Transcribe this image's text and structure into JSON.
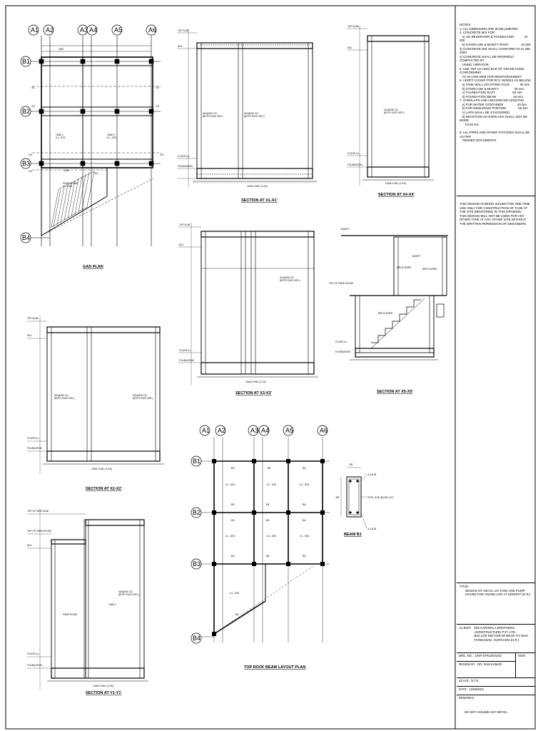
{
  "grid_labels": {
    "cols": [
      "A1",
      "A2",
      "A3",
      "A4",
      "A5",
      "A6"
    ],
    "rows": [
      "B1",
      "B2",
      "B3",
      "B4"
    ],
    "sections": [
      "X1",
      "X2",
      "X3",
      "X4",
      "X1'",
      "X2'",
      "X3'",
      "X4'",
      "Y",
      "Y'"
    ]
  },
  "titles": {
    "gad_plan": "GAD PLAN",
    "sec_x1": "SECTION AT X1-X1'",
    "sec_x4": "SECTION AT X4-X4'",
    "sec_x3": "SECTION AT X3-X3'",
    "sec_x5": "SECTION AT X5-X5'",
    "sec_x2": "SECTION AT X2-X2'",
    "sec_y1": "SECTION AT Y1-Y1'",
    "beam_plan": "TOP ROOF BEAM LAYOUT PLAN",
    "beam_b1": "BEAM B1"
  },
  "plan_text": {
    "tank1": "TANK 1\nU.L. GS3",
    "tank2": "TANK 2\nU.L. GS3",
    "pump_house": "PUMP HOUSE\nU.L. GS3",
    "dim1": "4000",
    "dim2": "5000"
  },
  "section_labels": {
    "top_slab": "TOP SLAB",
    "ngl": "NGL",
    "floor_ul": "FLOOR U.L.",
    "foundation": "FOUNDATION",
    "lean_conc": "LEAN CONC (1:3:6)",
    "top_pump_house": "TOP OF PUMP HOUSE",
    "top_tank_slab": "TOP OF TANK SLAB",
    "pump_room": "PUMP ROOM",
    "tank1": "TANK 1",
    "mumty": "MUMTY",
    "brick_work": "BRICK WORK",
    "rebar_note": "#10@150 C/C\n(BOTH FACE VER.)"
  },
  "beam_text": {
    "b1": "B1",
    "ul_gs3": "U.L. GS3",
    "top_bar": "4-16 Ø",
    "stirrups": "STR. 8 Ø @120 C/C",
    "bottom_bar": "4-16 Ø",
    "width": "230",
    "depth": "450"
  },
  "notes": {
    "heading": "NOTES:",
    "lines": [
      "1. ALL DIMENSION ARE IN MILLIMETER.",
      "2. CONCRETE MIX FOR",
      "   a) UG RESERVOIR & FOUNDATION          - M 300",
      "   b) STAIRCASE & MUMTY ROOF             - M 250",
      "3) CONCRETE MIX SHALL CONFORM TO IS 456-2000.",
      "4) CONCRETE SHALL BE PROPERLY COMPACTED BY",
      "   USING VIBRATOR.",
      "5. USE TMT (or HSD) BAR OF GRADE Fe500 CONFORMING",
      "   TO IS:1786-2008 FOR REINFORCEMENT.",
      "6. ADOPT COVER FOR RCC WORKS AS BELOW:",
      "   a) TANK WALL ON OTHER FACE            30 mm",
      "   b) STAIRCASE & MUMTY                  25 mm",
      "   c) FOUNDATION RAFT                    50 mm",
      "   d) FOUNDATION BEAM                    50 mm",
      "7. OVERLAPS AND ANCHORAGE LENGTHS",
      "   a) FOR WATER CONTAINER                40 DIA",
      "   b) FOR REMAINING PORTION              50 DIA",
      "   c) LAPS SHALL BE STAGGERED",
      "   d) DEVIATION IN OVERLAPS SHALL NOT BE MORE",
      "      THAN 5%.",
      "",
      "8. ALL PIPES AND OTHER FIXTURES SHALL BE AS PER",
      "   TENDER DOCUMENTS."
    ]
  },
  "disclaimer": "THIS DESIGN IS BEING ISSUED FOR ONE TIME USE ONLY FOR CONSTRUCTION OF TANK AT THE SITE MENTIONED IN THIS DRAWING.\nTHIS DESIGN WILL NOT BE USED FOR ANY OTHER TANK AT ANY OTHER SITE WITHOUT THE WRITTEN PERMISSION OF DESIGNERS.",
  "title_block": {
    "title_label": "TITLE:",
    "title_value": "DESIGN OF 200 KL UG TANK AND PUMP HOUSE FOR ANAND LOK AT SONIPAT (H.R.)",
    "client_label": "CLIENT:",
    "client_value": "M/S KARIWALA BROTHERS\nAGRISTRUCTURE PVT. LTD.\nB32-12/6 SECTOR-50 NEAR TAI WAH\nFARIDABAD, GURGAON (H.R.)",
    "drg_no": "DRG. NO. :  UNIT-STRUDS/1/02",
    "sign": "SIGN:",
    "design_by": "DESIGN BY :  DR. RAM KUMAR",
    "scale": "SCALE :  N.T.S.",
    "date": "DATE :  12/08/2021",
    "remarks": "REMARKS:",
    "remark_value": "DO NOT ASSUME ANY DETAIL."
  }
}
